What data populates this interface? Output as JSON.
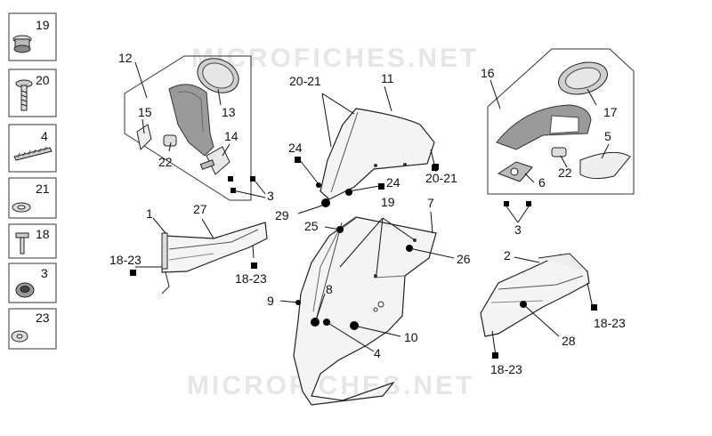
{
  "watermark": {
    "top": "MICROFICHES.NET",
    "bottom": "MICROFICHES.NET"
  },
  "legend": [
    {
      "number": "19",
      "icon": "grommet-icon"
    },
    {
      "number": "20",
      "icon": "screw-icon"
    },
    {
      "number": "4",
      "icon": "foam-strip-icon"
    },
    {
      "number": "21",
      "icon": "washer-icon"
    },
    {
      "number": "18",
      "icon": "bolt-icon"
    },
    {
      "number": "3",
      "icon": "nut-icon"
    },
    {
      "number": "23",
      "icon": "rubber-washer-icon"
    }
  ],
  "callouts": {
    "c12": "12",
    "c13": "13",
    "c15": "15",
    "c14": "14",
    "c22a": "22",
    "c3a": "3",
    "c2021a": "20-21",
    "c11": "11",
    "c24a": "24",
    "c2021b": "20-21",
    "c24b": "24",
    "c29": "29",
    "c16": "16",
    "c17": "17",
    "c5": "5",
    "c6": "6",
    "c22b": "22",
    "c3b": "3",
    "c1": "1",
    "c27": "27",
    "c1823a": "18-23",
    "c1823b": "18-23",
    "c19": "19",
    "c7": "7",
    "c25": "25",
    "c26": "26",
    "c8": "8",
    "c9": "9",
    "c10": "10",
    "c4": "4",
    "c2": "2",
    "c1823c": "18-23",
    "c28": "28",
    "c1823d": "18-23"
  }
}
